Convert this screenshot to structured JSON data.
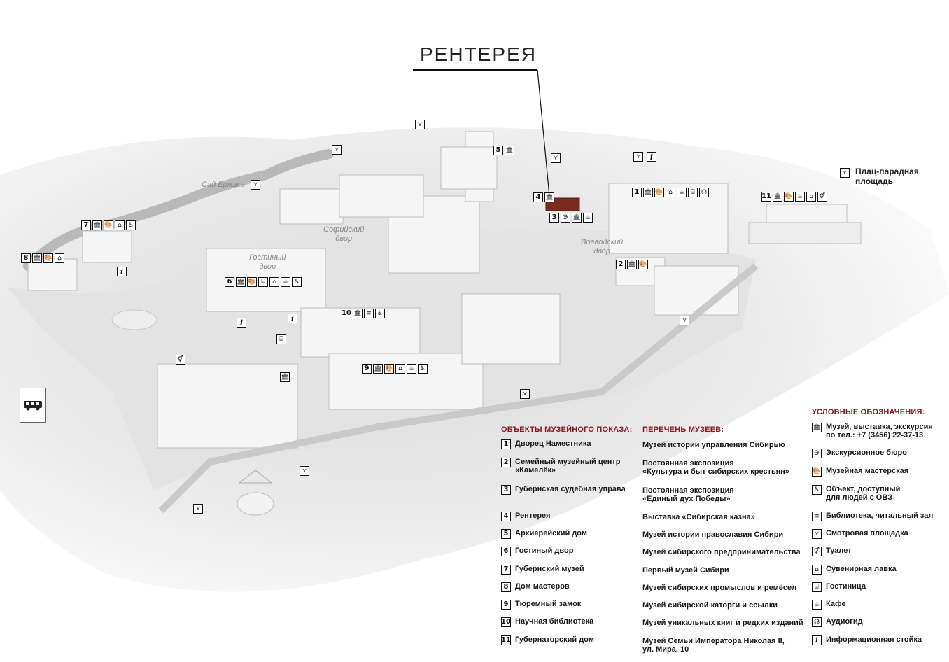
{
  "title": "РЕНТЕРЕЯ",
  "map_labels": {
    "garden": "Сад Ермака",
    "sofia": "Софийский\nдвор",
    "gostiny": "Гостиный\nдвор",
    "voevod": "Воеводский\nдвор",
    "plac": "Плац-парадная\nплощадь"
  },
  "markers": [
    {
      "num": "1",
      "icons": [
        "museum-icon",
        "workshop-icon",
        "souvenir-icon",
        "cafe-icon",
        "hotel-icon",
        "audioguide-icon"
      ]
    },
    {
      "num": "2",
      "icons": [
        "museum-icon",
        "workshop-icon"
      ]
    },
    {
      "num": "3",
      "icons": [
        "excursion-bureau-icon",
        "museum-icon",
        "cafe-icon"
      ]
    },
    {
      "num": "4",
      "icons": [
        "museum-icon"
      ]
    },
    {
      "num": "5",
      "icons": [
        "museum-icon"
      ]
    },
    {
      "num": "6",
      "icons": [
        "museum-icon",
        "workshop-icon",
        "hotel-icon",
        "souvenir-icon",
        "cafe-icon",
        "accessible-icon"
      ]
    },
    {
      "num": "7",
      "icons": [
        "museum-icon",
        "workshop-icon",
        "souvenir-icon",
        "accessible-icon"
      ]
    },
    {
      "num": "8",
      "icons": [
        "museum-icon",
        "workshop-icon",
        "souvenir-icon"
      ]
    },
    {
      "num": "9",
      "icons": [
        "museum-icon",
        "workshop-icon",
        "souvenir-icon",
        "cafe-icon",
        "accessible-icon"
      ]
    },
    {
      "num": "10",
      "icons": [
        "museum-icon",
        "library-icon",
        "accessible-icon"
      ]
    },
    {
      "num": "11",
      "icons": [
        "museum-icon",
        "workshop-icon",
        "cafe-icon",
        "souvenir-icon",
        "toilet-icon"
      ]
    }
  ],
  "headers": {
    "objects": "ОБЪЕКТЫ МУЗЕЙНОГО ПОКАЗА:",
    "museums": "ПЕРЕЧЕНЬ МУЗЕЕВ:",
    "legend": "УСЛОВНЫЕ ОБОЗНАЧЕНИЯ:"
  },
  "objects": [
    {
      "num": "1",
      "name": "Дворец Наместника",
      "museum": "Музей истории управления Сибирью"
    },
    {
      "num": "2",
      "name": "Семейный музейный центр\n«Камелёк»",
      "museum": "Постоянная экспозиция\n«Культура и быт сибирских крестьян»"
    },
    {
      "num": "3",
      "name": "Губернская судебная управа",
      "museum": "Постоянная экспозиция\n«Единый дух Победы»"
    },
    {
      "num": "4",
      "name": "Рентерея",
      "museum": "Выставка «Сибирская казна»"
    },
    {
      "num": "5",
      "name": "Архиерейский дом",
      "museum": "Музей истории православия Сибири"
    },
    {
      "num": "6",
      "name": "Гостиный двор",
      "museum": "Музей сибирского предпринимательства"
    },
    {
      "num": "7",
      "name": "Губернский музей",
      "museum": "Первый музей Сибири"
    },
    {
      "num": "8",
      "name": "Дом мастеров",
      "museum": "Музей сибирских промыслов и ремёсел"
    },
    {
      "num": "9",
      "name": "Тюремный замок",
      "museum": "Музей сибирской каторги и ссылки"
    },
    {
      "num": "10",
      "name": "Научная библиотека",
      "museum": "Музей уникальных книг и редких изданий"
    },
    {
      "num": "11",
      "name": "Губернаторский дом",
      "museum": "Музей Семьи Императора Николая II,\nул. Мира, 10"
    }
  ],
  "legend": [
    {
      "icon": "museum-icon",
      "label": "Музей, выставка, экскурсия\nпо тел.: +7 (3456) 22-37-13"
    },
    {
      "icon": "excursion-bureau-icon",
      "label": "Экскурсионное бюро"
    },
    {
      "icon": "workshop-icon",
      "label": "Музейная мастерская"
    },
    {
      "icon": "accessible-icon",
      "label": "Объект, доступный\nдля людей с ОВЗ"
    },
    {
      "icon": "library-icon",
      "label": "Библиотека, читальный зал"
    },
    {
      "icon": "viewpoint-icon",
      "label": "Смотровая площадка"
    },
    {
      "icon": "toilet-icon",
      "label": "Туалет"
    },
    {
      "icon": "souvenir-icon",
      "label": "Сувенирная лавка"
    },
    {
      "icon": "hotel-icon",
      "label": "Гостиница"
    },
    {
      "icon": "cafe-icon",
      "label": "Кафе"
    },
    {
      "icon": "audioguide-icon",
      "label": "Аудиогид"
    },
    {
      "icon": "info-icon",
      "label": "Информационная стойка"
    }
  ],
  "icon_glyphs": {
    "museum-icon": "🏛",
    "excursion-bureau-icon": "Э",
    "workshop-icon": "🎨",
    "accessible-icon": "♿",
    "library-icon": "≡",
    "viewpoint-icon": "⋎",
    "toilet-icon": "⚥",
    "souvenir-icon": "⌂",
    "hotel-icon": "⌸",
    "cafe-icon": "☕",
    "audioguide-icon": "☊",
    "info-icon": "i"
  },
  "colors": {
    "accent": "#8a1a22",
    "highlight_building": "#7a2a1e"
  }
}
